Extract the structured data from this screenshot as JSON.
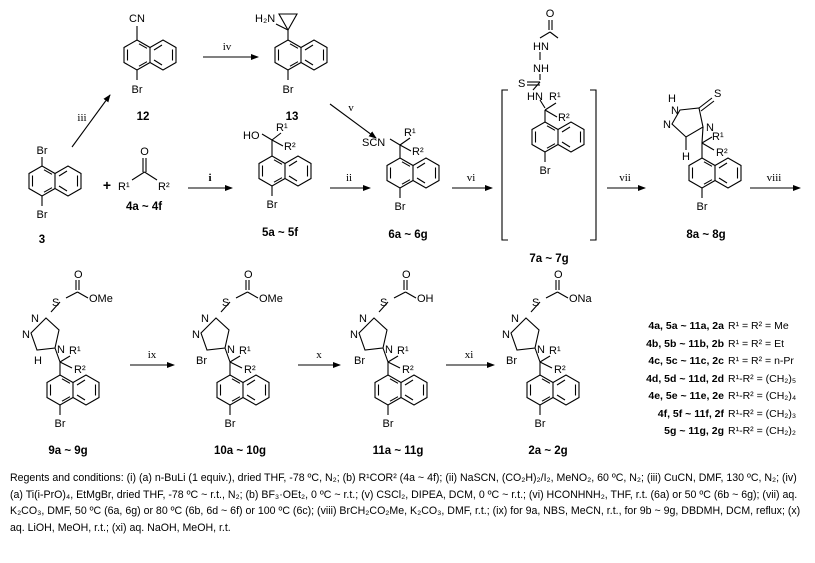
{
  "compounds": {
    "c12": "12",
    "c13": "13",
    "c3": "3",
    "c4": "4a ~ 4f",
    "c5": "5a ~ 5f",
    "c6": "6a ~ 6g",
    "c7": "7a ~ 7g",
    "c8": "8a ~ 8g",
    "c9": "9a ~ 9g",
    "c10": "10a ~ 10g",
    "c11": "11a ~ 11g",
    "c2": "2a ~ 2g"
  },
  "steps": {
    "i": "i",
    "ii": "ii",
    "iii": "iii",
    "iv": "iv",
    "v": "v",
    "vi": "vi",
    "vii": "vii",
    "viii": "viii",
    "ix": "ix",
    "x": "x",
    "xi": "xi"
  },
  "atoms": {
    "Br": "Br",
    "CN": "CN",
    "NH2": "H₂N",
    "HO": "HO",
    "SCN": "SCN",
    "R1": "R¹",
    "R2": "R²",
    "O": "O",
    "N": "N",
    "H": "H",
    "HN": "HN",
    "NH": "NH",
    "S": "S",
    "OMe": "OMe",
    "OH": "OH",
    "ONa": "ONa",
    "plus": "+"
  },
  "legend": [
    {
      "cpds": "4a, 5a ~ 11a, 2a",
      "def": "R¹ = R² = Me"
    },
    {
      "cpds": "4b, 5b ~ 11b, 2b",
      "def": "R¹ = R² = Et"
    },
    {
      "cpds": "4c, 5c ~ 11c, 2c",
      "def": "R¹ = R² = n-Pr"
    },
    {
      "cpds": "4d, 5d ~ 11d, 2d",
      "def": "R¹-R² = (CH₂)₅"
    },
    {
      "cpds": "4e, 5e ~ 11e, 2e",
      "def": "R¹-R² = (CH₂)₄"
    },
    {
      "cpds": "4f, 5f ~ 11f, 2f",
      "def": "R¹-R² = (CH₂)₃"
    },
    {
      "cpds": "5g ~ 11g, 2g",
      "def": "R¹-R² = (CH₂)₂"
    }
  ],
  "conditions": "Regents and conditions: (i) (a) n-BuLi (1 equiv.), dried THF, -78 ºC, N₂; (b) R¹COR² (4a ~ 4f); (ii) NaSCN, (CO₂H)₂/I₂, MeNO₂, 60 ºC, N₂; (iii) CuCN, DMF, 130 ºC, N₂; (iv) (a) Ti(i-PrO)₄, EtMgBr, dried THF, -78 ºC ~ r.t., N₂; (b) BF₃·OEt₂, 0 ºC ~ r.t.; (v) CSCl₂, DIPEA, DCM, 0 ºC ~ r.t.; (vi) HCONHNH₂, THF, r.t. (6a) or 50 ºC (6b ~ 6g); (vii) aq. K₂CO₃, DMF, 50 ºC (6a, 6g) or 80 ºC (6b, 6d ~ 6f) or 100 ºC (6c); (viii) BrCH₂CO₂Me, K₂CO₃, DMF, r.t.; (ix) for 9a, NBS, MeCN, r.t., for 9b ~ 9g, DBDMH, DCM, reflux; (x) aq. LiOH, MeOH, r.t.; (xi) aq. NaOH, MeOH, r.t."
}
